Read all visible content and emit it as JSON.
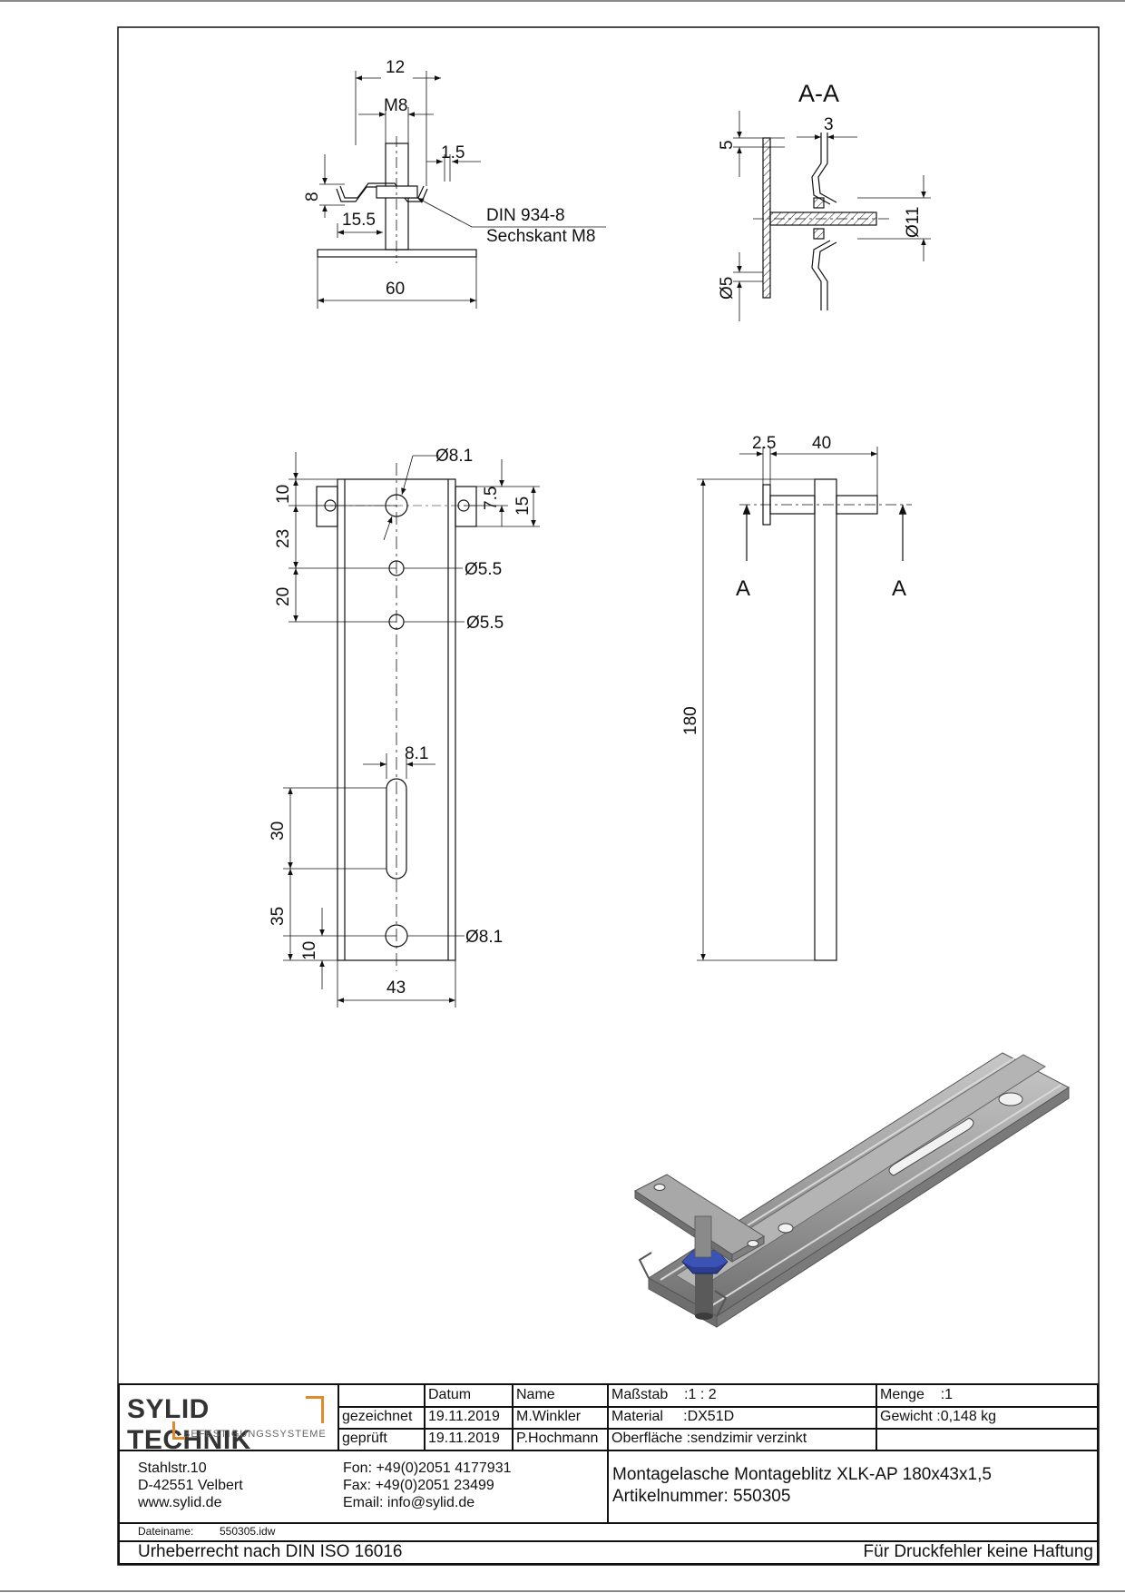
{
  "views": {
    "top": {
      "dims": [
        "12",
        "M8",
        "1.5",
        "8",
        "15.5",
        "60"
      ],
      "callout": [
        "DIN 934-8",
        "Sechskant M8"
      ]
    },
    "section": {
      "title": "A-A",
      "dims": [
        "5",
        "3",
        "Ø11",
        "Ø5"
      ]
    },
    "front": {
      "dims": [
        "Ø8.1",
        "10",
        "7.5",
        "15",
        "23",
        "Ø5.5",
        "20",
        "Ø5.5",
        "8.1",
        "30",
        "35",
        "10",
        "Ø8.1",
        "43"
      ]
    },
    "side": {
      "dims": [
        "2.5",
        "40",
        "180"
      ],
      "section_marks": [
        "A",
        "A"
      ]
    }
  },
  "colors": {
    "line": "#111111",
    "logo_accent": "#e08a2c",
    "nut": "#2a3d8f",
    "metal": "#9a9a9a"
  },
  "titleblock": {
    "logo": {
      "name": "SYLID TECHNIK",
      "tagline": "BEFESTIGUNGSSYSTEME"
    },
    "header": {
      "date": "Datum",
      "name": "Name"
    },
    "rows": [
      {
        "label": "gezeichnet",
        "date": "19.11.2019",
        "name": "M.Winkler"
      },
      {
        "label": "geprüft",
        "date": "19.11.2019",
        "name": "P.Hochmann"
      }
    ],
    "props": {
      "scale": "Maßstab    :1 : 2",
      "material": "Material     :DX51D",
      "surface": "Oberfläche :sendzimir verzinkt",
      "qty": "Menge    :1",
      "weight": "Gewicht :0,148 kg"
    },
    "address": [
      "Stahlstr.10",
      "D-42551 Velbert",
      "www.sylid.de"
    ],
    "contact": [
      "Fon: +49(0)2051 4177931",
      "Fax: +49(0)2051 23499",
      "Email: info@sylid.de"
    ],
    "product": [
      "Montagelasche Montageblitz XLK-AP 180x43x1,5",
      "Artikelnummer: 550305"
    ],
    "filename_label": "Dateiname:",
    "filename": "550305.idw",
    "copyright": "Urheberrecht nach DIN ISO 16016",
    "disclaimer": "Für Druckfehler keine Haftung"
  }
}
